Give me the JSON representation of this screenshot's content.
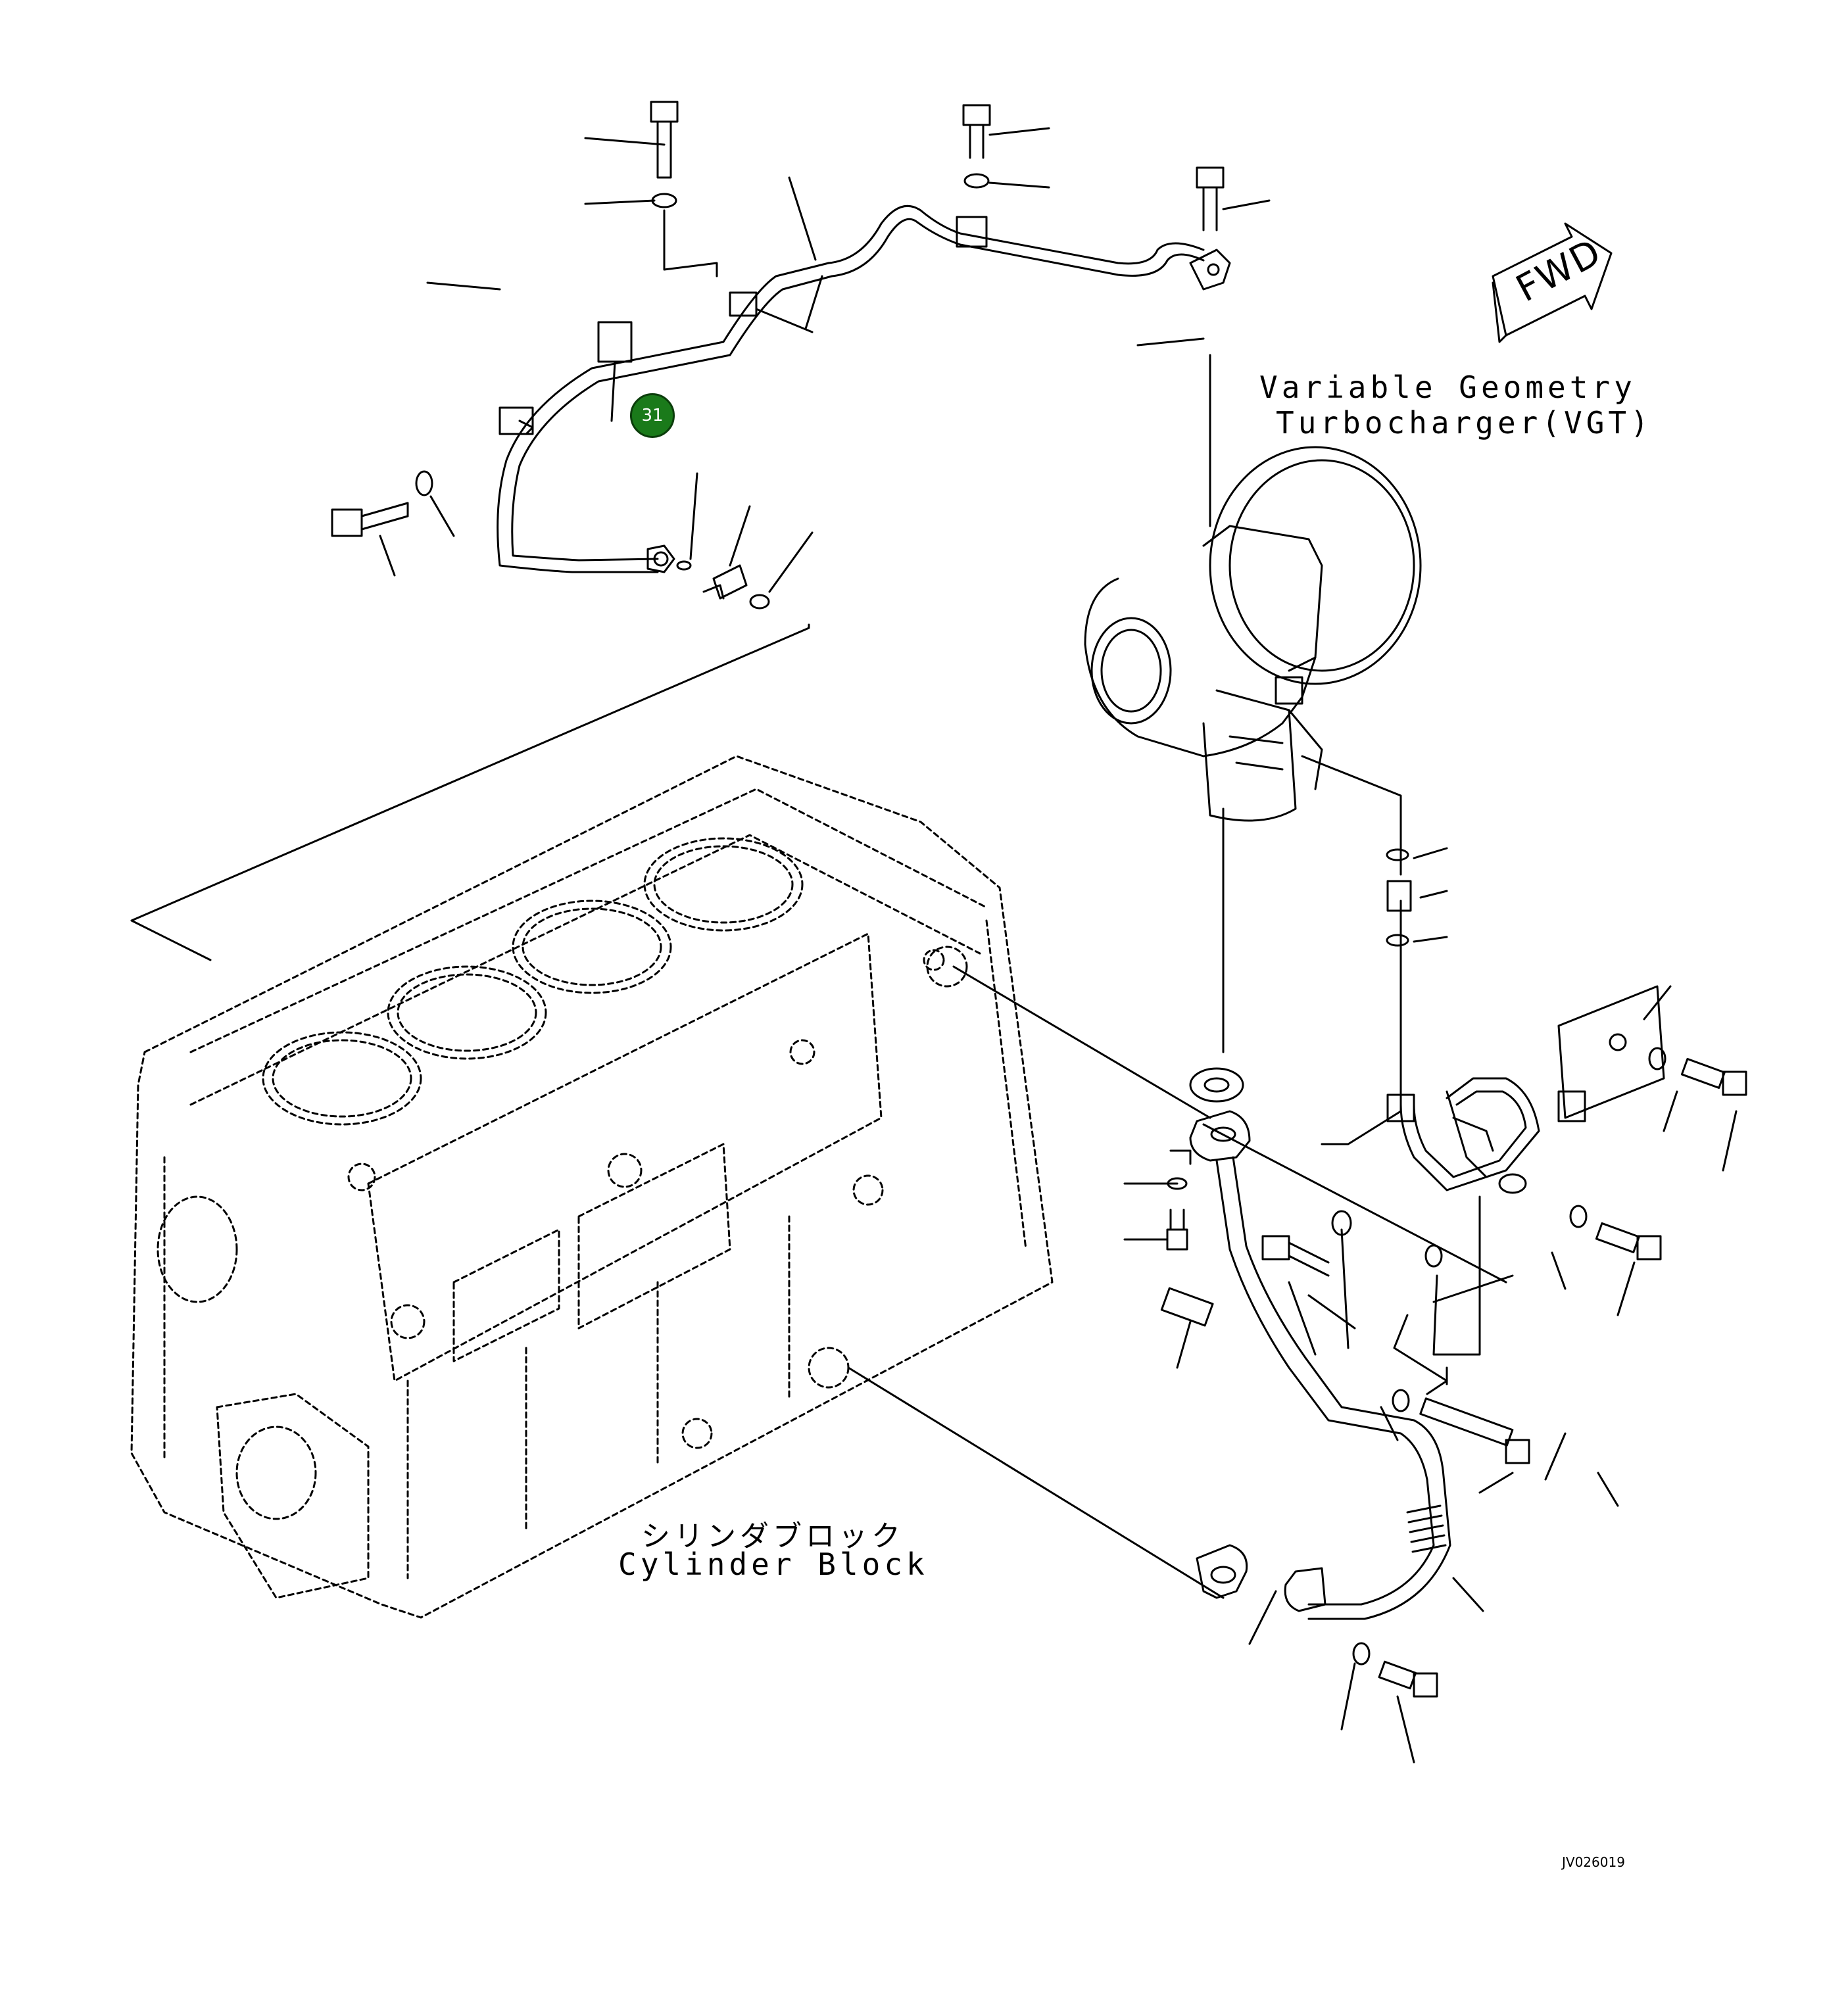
{
  "labels": {
    "vgt_line1": "Variable Geometry",
    "vgt_line2": "Turbocharger(VGT)",
    "cylinder_jp": "シリンダブロック",
    "cylinder_en": "Cylinder Block",
    "fwd": "FWD",
    "drawing_id": "JV026019"
  },
  "callouts": [
    {
      "label": "31",
      "color": "#1a7a1a"
    }
  ],
  "colors": {
    "line": "#000000",
    "background": "#ffffff",
    "callout": "#1a7a1a"
  }
}
